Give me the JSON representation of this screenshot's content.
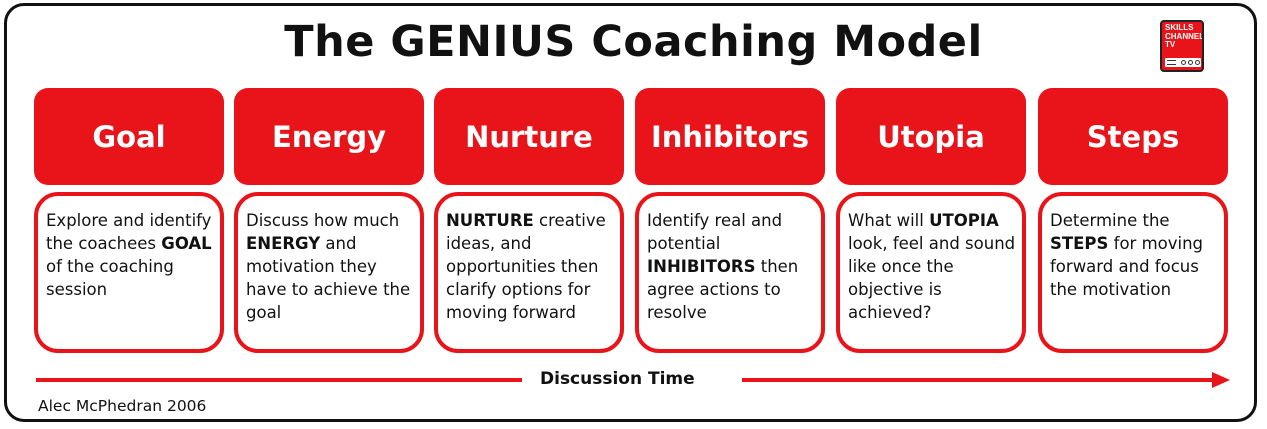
{
  "title": "The GENIUS Coaching Model",
  "logo": {
    "line1": "SKILLS",
    "line2": "CHANNEL",
    "line3": "TV"
  },
  "colors": {
    "accent": "#e8141a",
    "text": "#111111",
    "background": "#ffffff"
  },
  "columns": [
    {
      "heading": "Goal",
      "segments": [
        {
          "text": "Explore and identify the coachees ",
          "bold": false
        },
        {
          "text": "GOAL",
          "bold": true
        },
        {
          "text": " of the coaching session",
          "bold": false
        }
      ]
    },
    {
      "heading": "Energy",
      "segments": [
        {
          "text": "Discuss how much ",
          "bold": false
        },
        {
          "text": "ENERGY",
          "bold": true
        },
        {
          "text": " and motivation they have to achieve the goal",
          "bold": false
        }
      ]
    },
    {
      "heading": "Nurture",
      "segments": [
        {
          "text": "NURTURE",
          "bold": true
        },
        {
          "text": " creative ideas, and opportunities then clarify options for moving forward",
          "bold": false
        }
      ]
    },
    {
      "heading": "Inhibitors",
      "segments": [
        {
          "text": "Identify real and potential ",
          "bold": false
        },
        {
          "text": "INHIBITORS",
          "bold": true
        },
        {
          "text": " then agree actions to resolve",
          "bold": false
        }
      ]
    },
    {
      "heading": "Utopia",
      "segments": [
        {
          "text": "What will ",
          "bold": false
        },
        {
          "text": "UTOPIA",
          "bold": true
        },
        {
          "text": " look, feel and sound like once the objective is achieved?",
          "bold": false
        }
      ]
    },
    {
      "heading": "Steps",
      "segments": [
        {
          "text": "Determine the ",
          "bold": false
        },
        {
          "text": "STEPS",
          "bold": true
        },
        {
          "text": " for moving forward and focus the motivation",
          "bold": false
        }
      ]
    }
  ],
  "timeline": {
    "label": "Discussion Time"
  },
  "author": "Alec McPhedran 2006"
}
